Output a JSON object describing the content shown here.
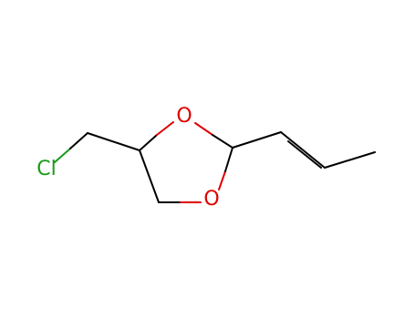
{
  "molecule": {
    "atoms": {
      "chlorine": {
        "label": "Cl",
        "color": "#1a9a1a"
      },
      "oxygen_top": {
        "label": "O",
        "color": "#e00000"
      },
      "oxygen_bottom": {
        "label": "O",
        "color": "#e00000"
      }
    },
    "colors": {
      "bond": "#000000",
      "chlorine": "#1a9a1a",
      "oxygen": "#e00000"
    }
  }
}
